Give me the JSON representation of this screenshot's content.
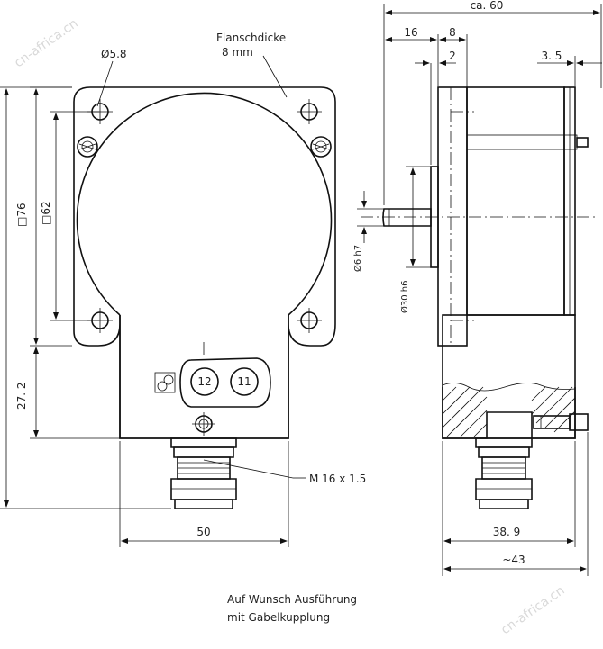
{
  "labels": {
    "hole_dia": "Ø5.8",
    "flange_thickness_line1": "Flanschdicke",
    "flange_thickness_line2": "8 mm",
    "square_76": "□76",
    "square_62": "□62",
    "height_272": "27. 2",
    "width_50": "50",
    "thread": "M 16 x 1.5",
    "terminal_12": "12",
    "terminal_11": "11",
    "total_depth": "ca. 60",
    "dim_16": "16",
    "dim_8": "8",
    "dim_2": "2",
    "dim_35": "3. 5",
    "shaft_dia": "Ø6 h7",
    "pilot_dia": "Ø30 h6",
    "depth_389": "38. 9",
    "depth_43": "~43",
    "note_line1": "Auf Wunsch Ausführung",
    "note_line2": "mit Gabelkupplung",
    "watermark": "cn-africa.cn"
  }
}
